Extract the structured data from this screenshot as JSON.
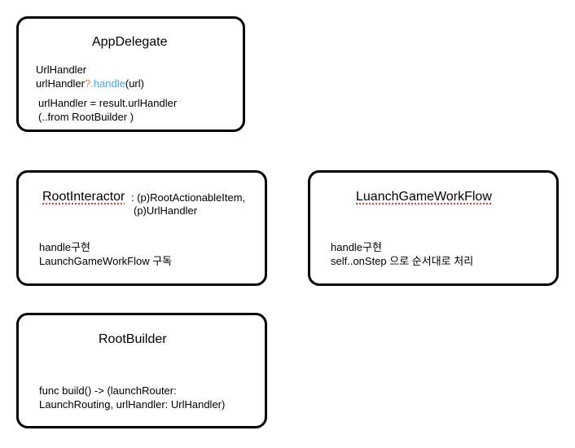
{
  "app_delegate": {
    "title": "AppDelegate",
    "line1": "UrlHandler",
    "line2": {
      "prefix": "urlHandler",
      "optional": "?.",
      "method": "handle",
      "suffix": "(url)"
    },
    "line3": "urlHandler = result.urlHandler",
    "line4": "(..from RootBuilder )"
  },
  "root_interactor": {
    "title": "RootInteractor",
    "conforms_line1": " : (p)RootActionableItem,",
    "conforms_line2": "(p)UrlHandler",
    "body_line1": "handle구현",
    "body_line2": "LaunchGameWorkFlow 구독"
  },
  "launch_workflow": {
    "title": "LuanchGameWorkFlow",
    "body_line1": "handle구현",
    "body_line2": "self..onStep 으로 순서대로 처리"
  },
  "root_builder": {
    "title": "RootBuilder",
    "body_line1": "func build() -> (launchRouter:",
    "body_line2": "LaunchRouting, urlHandler: UrlHandler)"
  },
  "colors": {
    "border": "#000000",
    "optional_chain": "#e8823a",
    "method_name": "#4ea5e0",
    "spellcheck_underline": "#e53935"
  }
}
